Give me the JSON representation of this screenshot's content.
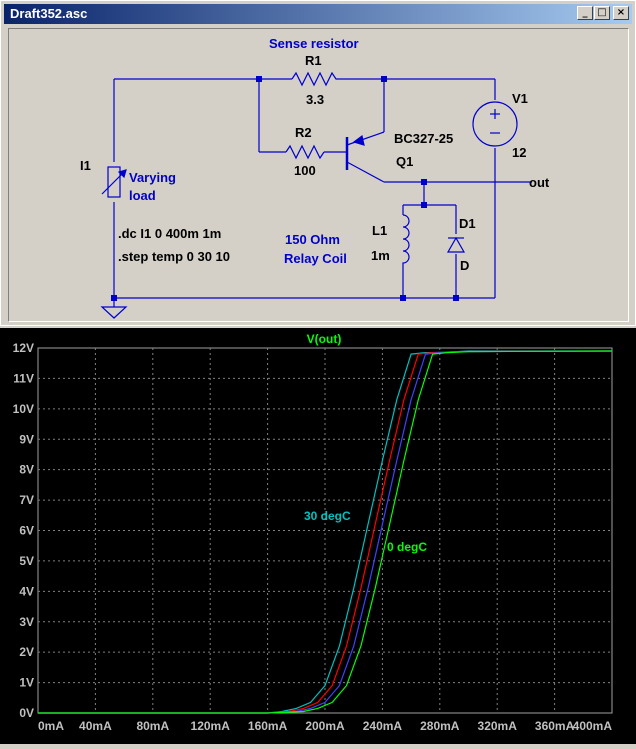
{
  "window": {
    "title": "Draft352.asc",
    "min_label": "_",
    "max_label": "□",
    "close_label": "×"
  },
  "schematic": {
    "title_label": "Sense resistor",
    "r1": {
      "name": "R1",
      "value": "3.3"
    },
    "r2": {
      "name": "R2",
      "value": "100"
    },
    "q1": {
      "model": "BC327-25",
      "name": "Q1"
    },
    "v1": {
      "name": "V1",
      "value": "12"
    },
    "i1": {
      "name": "I1",
      "comment_line1": "Varying",
      "comment_line2": "load"
    },
    "l1": {
      "name": "L1",
      "value": "1m"
    },
    "d1": {
      "name": "D1",
      "value": "D"
    },
    "coil_comment_line1": "150 Ohm",
    "coil_comment_line2": "Relay Coil",
    "directive_dc": ".dc I1 0 400m 1m",
    "directive_step": ".step temp 0 30 10",
    "out_label": "out",
    "colors": {
      "wire": "#0000cc",
      "comment": "#0000cc",
      "canvas": "#d4d0c8"
    }
  },
  "chart_data": {
    "type": "line",
    "title": "V(out)",
    "xlabel": "",
    "ylabel": "",
    "xlim": [
      0,
      400
    ],
    "ylim": [
      0,
      12
    ],
    "x_ticks": [
      "0mA",
      "40mA",
      "80mA",
      "120mA",
      "160mA",
      "200mA",
      "240mA",
      "280mA",
      "320mA",
      "360mA",
      "400mA"
    ],
    "y_ticks": [
      "0V",
      "1V",
      "2V",
      "3V",
      "4V",
      "5V",
      "6V",
      "7V",
      "8V",
      "9V",
      "10V",
      "11V",
      "12V"
    ],
    "grid": true,
    "annotations": [
      {
        "text": "30 degC",
        "color": "#00c0c0"
      },
      {
        "text": "0 degC",
        "color": "#00ff00"
      }
    ],
    "series": [
      {
        "color": "#00c0c0",
        "x": [
          0,
          160,
          170,
          180,
          190,
          200,
          210,
          220,
          230,
          240,
          250,
          260,
          270,
          280,
          300,
          400
        ],
        "y": [
          0,
          0,
          0.05,
          0.15,
          0.35,
          0.9,
          2.2,
          4.1,
          6.2,
          8.3,
          10.3,
          11.8,
          11.85,
          11.85,
          11.9,
          11.9
        ]
      },
      {
        "color": "#ff0000",
        "x": [
          0,
          160,
          175,
          185,
          195,
          205,
          215,
          225,
          235,
          245,
          255,
          265,
          275,
          290,
          400
        ],
        "y": [
          0,
          0,
          0.05,
          0.15,
          0.35,
          0.9,
          2.2,
          4.1,
          6.2,
          8.3,
          10.3,
          11.8,
          11.85,
          11.88,
          11.9
        ]
      },
      {
        "color": "#4040ff",
        "x": [
          0,
          160,
          180,
          190,
          200,
          210,
          220,
          230,
          240,
          250,
          260,
          270,
          280,
          300,
          400
        ],
        "y": [
          0,
          0,
          0.05,
          0.15,
          0.35,
          0.9,
          2.2,
          4.1,
          6.2,
          8.3,
          10.3,
          11.8,
          11.85,
          11.88,
          11.9
        ]
      },
      {
        "color": "#00ff00",
        "x": [
          0,
          160,
          185,
          195,
          205,
          215,
          225,
          235,
          245,
          255,
          265,
          275,
          285,
          300,
          400
        ],
        "y": [
          0,
          0,
          0.05,
          0.15,
          0.35,
          0.9,
          2.2,
          4.1,
          6.2,
          8.3,
          10.3,
          11.8,
          11.85,
          11.88,
          11.9
        ]
      }
    ]
  }
}
